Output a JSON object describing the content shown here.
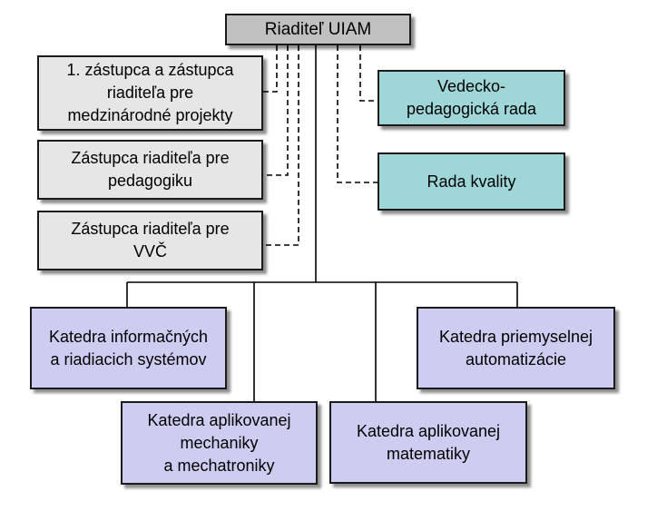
{
  "org_chart": {
    "director": {
      "label": "Riaditeľ UIAM"
    },
    "deputies": [
      {
        "label": "1. zástupca a zástupca\nriaditeľa pre\nmedzinárodné projekty"
      },
      {
        "label": "Zástupca riaditeľa pre\npedagogiku"
      },
      {
        "label": "Zástupca riaditeľa pre\nVVČ"
      }
    ],
    "councils": [
      {
        "label": "Vedecko-\npedagogická rada"
      },
      {
        "label": "Rada kvality"
      }
    ],
    "departments": [
      {
        "label": "Katedra informačných\na riadiacich systémov"
      },
      {
        "label": "Katedra aplikovanej\nmechaniky\na mechatroniky"
      },
      {
        "label": "Katedra aplikovanej\nmatematiky"
      },
      {
        "label": "Katedra priemyselnej\nautomatizácie"
      }
    ]
  },
  "colors": {
    "director_fill": "#c0c0c0",
    "deputy_fill": "#e6e6e6",
    "council_fill": "#9fd7d8",
    "department_fill": "#cccdf0",
    "line": "#000000"
  }
}
